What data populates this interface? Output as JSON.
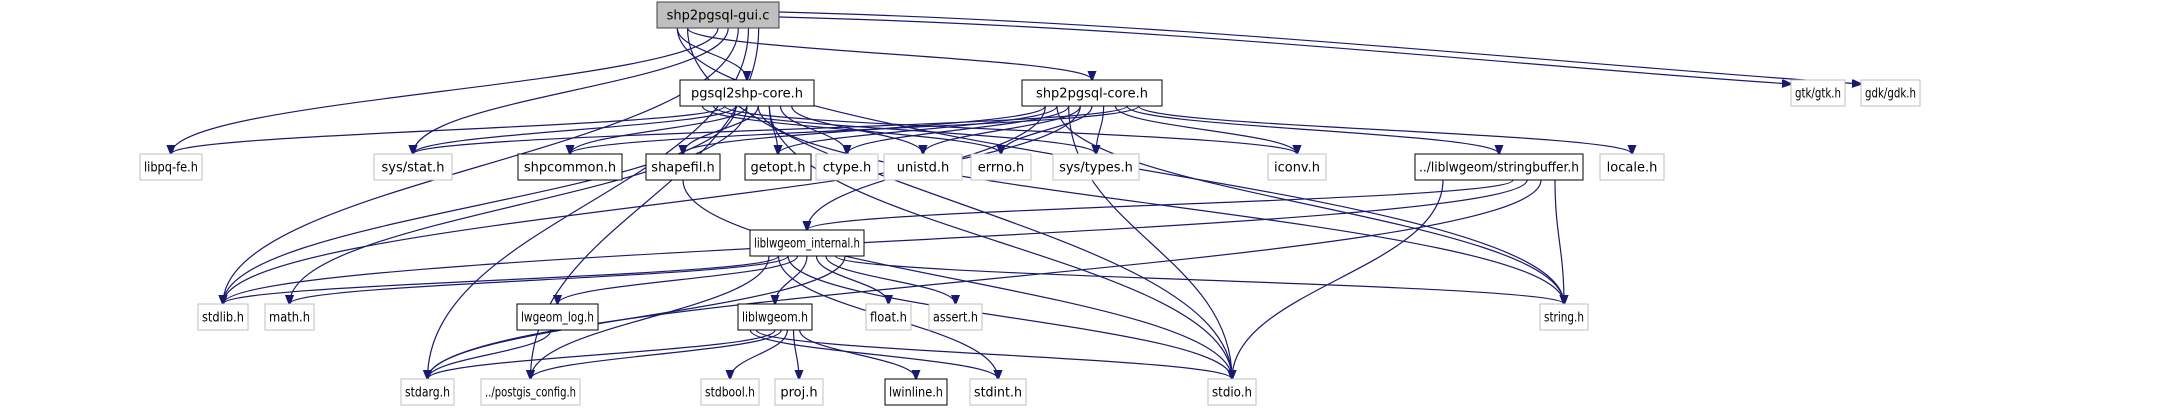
{
  "title": "shp2pgsql-gui.c include dependency graph",
  "colors": {
    "edge": "#191970",
    "root_fill": "#bfbfbf",
    "root_border": "#404040",
    "documented_border": "#000000",
    "external_border": "#bfbfbf",
    "node_fill": "#ffffff"
  },
  "nodes": [
    {
      "id": "gui",
      "label": "shp2pgsql-gui.c",
      "kind": "root"
    },
    {
      "id": "pgsql2shp",
      "label": "pgsql2shp-core.h",
      "kind": "documented"
    },
    {
      "id": "shp2pgsql",
      "label": "shp2pgsql-core.h",
      "kind": "documented"
    },
    {
      "id": "gtk",
      "label": "gtk/gtk.h",
      "kind": "external"
    },
    {
      "id": "gdk",
      "label": "gdk/gdk.h",
      "kind": "external"
    },
    {
      "id": "libpq",
      "label": "libpq-fe.h",
      "kind": "external"
    },
    {
      "id": "sysstat",
      "label": "sys/stat.h",
      "kind": "external"
    },
    {
      "id": "shpcommon",
      "label": "shpcommon.h",
      "kind": "documented"
    },
    {
      "id": "shapefil",
      "label": "shapefil.h",
      "kind": "documented"
    },
    {
      "id": "getopt",
      "label": "getopt.h",
      "kind": "documented"
    },
    {
      "id": "ctype",
      "label": "ctype.h",
      "kind": "external"
    },
    {
      "id": "unistd",
      "label": "unistd.h",
      "kind": "external"
    },
    {
      "id": "errno",
      "label": "errno.h",
      "kind": "external"
    },
    {
      "id": "systypes",
      "label": "sys/types.h",
      "kind": "external"
    },
    {
      "id": "iconv",
      "label": "iconv.h",
      "kind": "external"
    },
    {
      "id": "stringbuffer",
      "label": "../liblwgeom/stringbuffer.h",
      "kind": "documented"
    },
    {
      "id": "locale",
      "label": "locale.h",
      "kind": "external"
    },
    {
      "id": "internal",
      "label": "liblwgeom_internal.h",
      "kind": "documented"
    },
    {
      "id": "stdlib",
      "label": "stdlib.h",
      "kind": "external"
    },
    {
      "id": "math",
      "label": "math.h",
      "kind": "external"
    },
    {
      "id": "lwgeomlog",
      "label": "lwgeom_log.h",
      "kind": "documented"
    },
    {
      "id": "liblwgeom",
      "label": "liblwgeom.h",
      "kind": "documented"
    },
    {
      "id": "float",
      "label": "float.h",
      "kind": "external"
    },
    {
      "id": "assert",
      "label": "assert.h",
      "kind": "external"
    },
    {
      "id": "string",
      "label": "string.h",
      "kind": "external"
    },
    {
      "id": "stdarg",
      "label": "stdarg.h",
      "kind": "external"
    },
    {
      "id": "postgisconfig",
      "label": "../postgis_config.h",
      "kind": "external"
    },
    {
      "id": "stdbool",
      "label": "stdbool.h",
      "kind": "external"
    },
    {
      "id": "proj",
      "label": "proj.h",
      "kind": "external"
    },
    {
      "id": "lwinline",
      "label": "lwinline.h",
      "kind": "documented"
    },
    {
      "id": "stdint",
      "label": "stdint.h",
      "kind": "external"
    },
    {
      "id": "stdio",
      "label": "stdio.h",
      "kind": "external"
    }
  ],
  "edges": [
    [
      "gui",
      "pgsql2shp"
    ],
    [
      "gui",
      "shp2pgsql"
    ],
    [
      "gui",
      "gtk"
    ],
    [
      "gui",
      "gdk"
    ],
    [
      "gui",
      "libpq"
    ],
    [
      "gui",
      "sysstat"
    ],
    [
      "gui",
      "stdlib"
    ],
    [
      "gui",
      "stdarg"
    ],
    [
      "gui",
      "postgisconfig"
    ],
    [
      "gui",
      "string"
    ],
    [
      "gui",
      "stdio"
    ],
    [
      "pgsql2shp",
      "libpq"
    ],
    [
      "pgsql2shp",
      "sysstat"
    ],
    [
      "pgsql2shp",
      "shpcommon"
    ],
    [
      "pgsql2shp",
      "shapefil"
    ],
    [
      "pgsql2shp",
      "getopt"
    ],
    [
      "pgsql2shp",
      "ctype"
    ],
    [
      "pgsql2shp",
      "unistd"
    ],
    [
      "pgsql2shp",
      "errno"
    ],
    [
      "pgsql2shp",
      "systypes"
    ],
    [
      "pgsql2shp",
      "iconv"
    ],
    [
      "pgsql2shp",
      "stdlib"
    ],
    [
      "pgsql2shp",
      "math"
    ],
    [
      "pgsql2shp",
      "string"
    ],
    [
      "pgsql2shp",
      "stdio"
    ],
    [
      "shp2pgsql",
      "sysstat"
    ],
    [
      "shp2pgsql",
      "shpcommon"
    ],
    [
      "shp2pgsql",
      "shapefil"
    ],
    [
      "shp2pgsql",
      "getopt"
    ],
    [
      "shp2pgsql",
      "ctype"
    ],
    [
      "shp2pgsql",
      "unistd"
    ],
    [
      "shp2pgsql",
      "errno"
    ],
    [
      "shp2pgsql",
      "systypes"
    ],
    [
      "shp2pgsql",
      "iconv"
    ],
    [
      "shp2pgsql",
      "stringbuffer"
    ],
    [
      "shp2pgsql",
      "locale"
    ],
    [
      "shp2pgsql",
      "internal"
    ],
    [
      "shp2pgsql",
      "string"
    ],
    [
      "shp2pgsql",
      "stdio"
    ],
    [
      "shp2pgsql",
      "stdlib"
    ],
    [
      "shapefil",
      "stdio"
    ],
    [
      "stringbuffer",
      "internal"
    ],
    [
      "stringbuffer",
      "stdlib"
    ],
    [
      "stringbuffer",
      "stdarg"
    ],
    [
      "stringbuffer",
      "string"
    ],
    [
      "stringbuffer",
      "stdio"
    ],
    [
      "internal",
      "stdlib"
    ],
    [
      "internal",
      "math"
    ],
    [
      "internal",
      "lwgeomlog"
    ],
    [
      "internal",
      "liblwgeom"
    ],
    [
      "internal",
      "float"
    ],
    [
      "internal",
      "assert"
    ],
    [
      "internal",
      "string"
    ],
    [
      "internal",
      "stdarg"
    ],
    [
      "internal",
      "postgisconfig"
    ],
    [
      "internal",
      "stdint"
    ],
    [
      "internal",
      "stdio"
    ],
    [
      "lwgeomlog",
      "stdarg"
    ],
    [
      "liblwgeom",
      "stdarg"
    ],
    [
      "liblwgeom",
      "postgisconfig"
    ],
    [
      "liblwgeom",
      "stdbool"
    ],
    [
      "liblwgeom",
      "proj"
    ],
    [
      "liblwgeom",
      "lwinline"
    ],
    [
      "liblwgeom",
      "stdint"
    ],
    [
      "liblwgeom",
      "stdio"
    ]
  ]
}
